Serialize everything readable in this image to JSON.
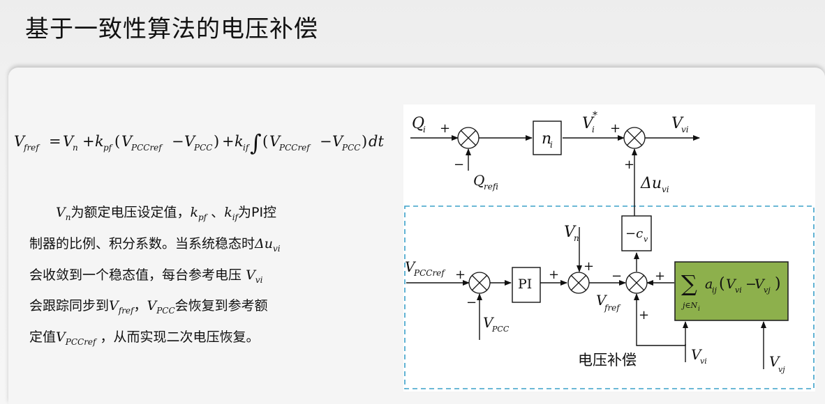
{
  "title": "基于一致性算法的电压补偿",
  "formula": {
    "lhs": "V",
    "lhs_sub": "fref",
    "eq": "=",
    "t1": "V",
    "t1_sub": "n",
    "plus1": "+",
    "k1": "k",
    "k1_sub": "pf",
    "open1": "(",
    "a": "V",
    "a_sub": "PCCref",
    "minus1": "−",
    "b": "V",
    "b_sub": "PCC",
    "close1": ")",
    "plus2": "+",
    "k2": "k",
    "k2_sub": "if",
    "integral": "∫",
    "open2": "(",
    "c": "V",
    "c_sub": "PCCref",
    "minus2": "−",
    "d": "V",
    "d_sub": "PCC",
    "close2": ")",
    "dt": "dt"
  },
  "description": {
    "l1_v": "V",
    "l1_v_sub": "n",
    "l1_t1": "为额定电压设定值，",
    "l1_k1": "k",
    "l1_k1_sub": "pf",
    "l1_t2": "、",
    "l1_k2": "k",
    "l1_k2_sub": "if",
    "l1_t3": "为PI控",
    "l2_t1": "制器的比例、积分系数。当系统稳态时",
    "l2_du": "Δu",
    "l2_du_sub": "vi",
    "l3_t1": "会收敛到一个稳态值，每台参考电压",
    "l3_v": "V",
    "l3_v_sub": "vi",
    "l4_t1": "会跟踪同步到",
    "l4_v1": "V",
    "l4_v1_sub": "fref",
    "l4_t2": "，",
    "l4_v2": "V",
    "l4_v2_sub": "PCC",
    "l4_t3": "会恢复到参考额",
    "l5_t1": "定值",
    "l5_v": "V",
    "l5_v_sub": "PCCref",
    "l5_t2": "，从而实现二次电压恢复。"
  },
  "diagram": {
    "q_in": "Q",
    "q_in_sub": "i",
    "q_ref": "Q",
    "q_ref_sub": "refi",
    "gain_n": "n",
    "gain_n_sub": "i",
    "vstar": "V",
    "vstar_sub": "i",
    "vstar_sup": "*",
    "v_out": "V",
    "v_out_sub": "vi",
    "du": "Δu",
    "du_sub": "vi",
    "cv_minus": "−c",
    "cv_sub": "v",
    "vn": "V",
    "vn_sub": "n",
    "vpccref": "V",
    "vpccref_sub": "PCCref",
    "pi": "PI",
    "vpcc": "V",
    "vpcc_sub": "PCC",
    "vfref": "V",
    "vfref_sub": "fref",
    "sum_sym": "∑",
    "sum_under": "j∈N",
    "sum_under_sub": "i",
    "sum_body": "a",
    "sum_body_sub": "ij",
    "sum_open": "(",
    "sum_v1": "V",
    "sum_v1_sub": "vi",
    "sum_minus": "−",
    "sum_v2": "V",
    "sum_v2_sub": "vj",
    "sum_close": ")",
    "label_vc": "电压补偿",
    "vvi_bottom": "V",
    "vvi_bottom_sub": "vi",
    "vvj_bottom": "V",
    "vvj_bottom_sub": "vj",
    "plus": "+",
    "minus": "−",
    "colors": {
      "green_block": "#8db04c",
      "dash": "#3aa0c8"
    }
  }
}
